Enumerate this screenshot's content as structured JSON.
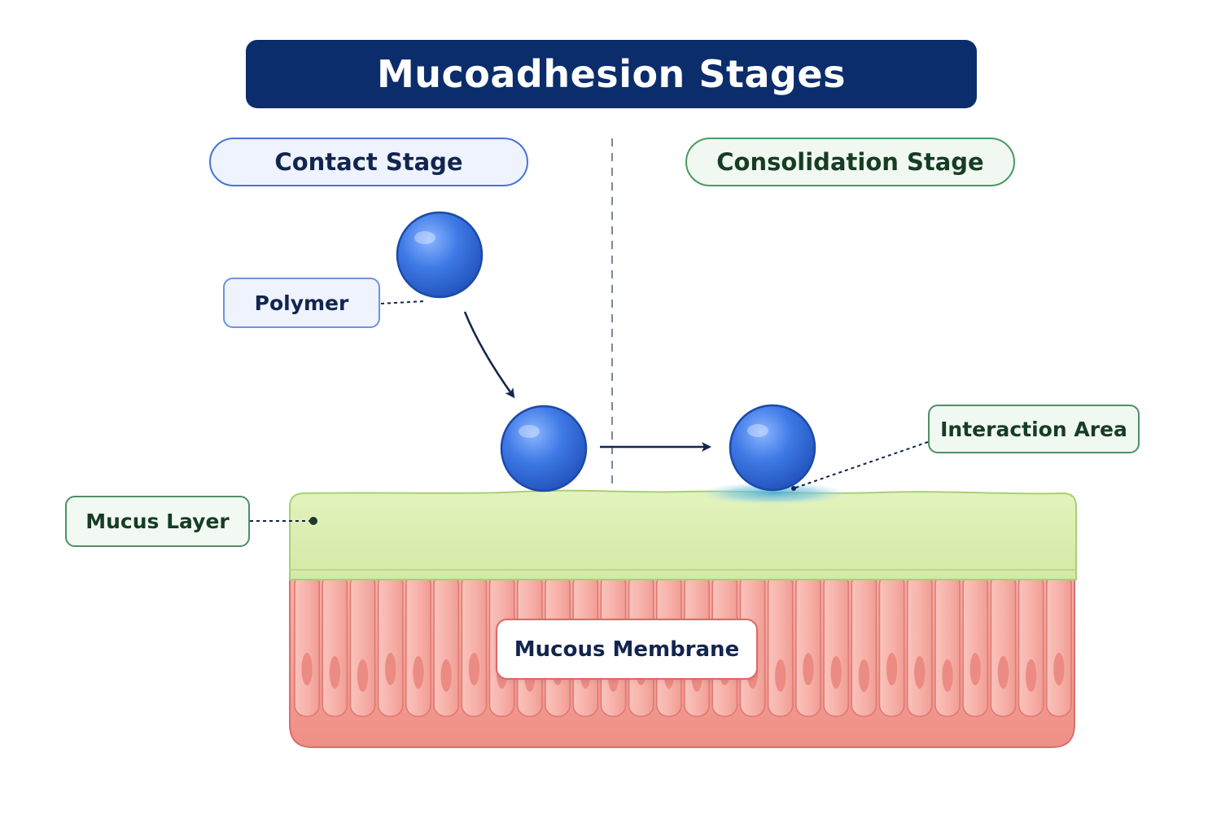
{
  "title": "Mucoadhesion Stages",
  "stages": {
    "contact": "Contact Stage",
    "consolidation": "Consolidation Stage"
  },
  "labels": {
    "polymer": "Polymer",
    "interaction_area": "Interaction Area",
    "mucus_layer": "Mucus Layer",
    "mucous_membrane": "Mucous Membrane"
  },
  "colors": {
    "title_bg": "#0c2d6b",
    "polymer_sphere": "#3a74e0",
    "mucus_layer": "#dcefb0",
    "membrane": "#f29a92",
    "interaction_glow": "#4fb6d9"
  },
  "icons": {
    "polymer": "blue-sphere",
    "arrow": "arrow-right"
  }
}
